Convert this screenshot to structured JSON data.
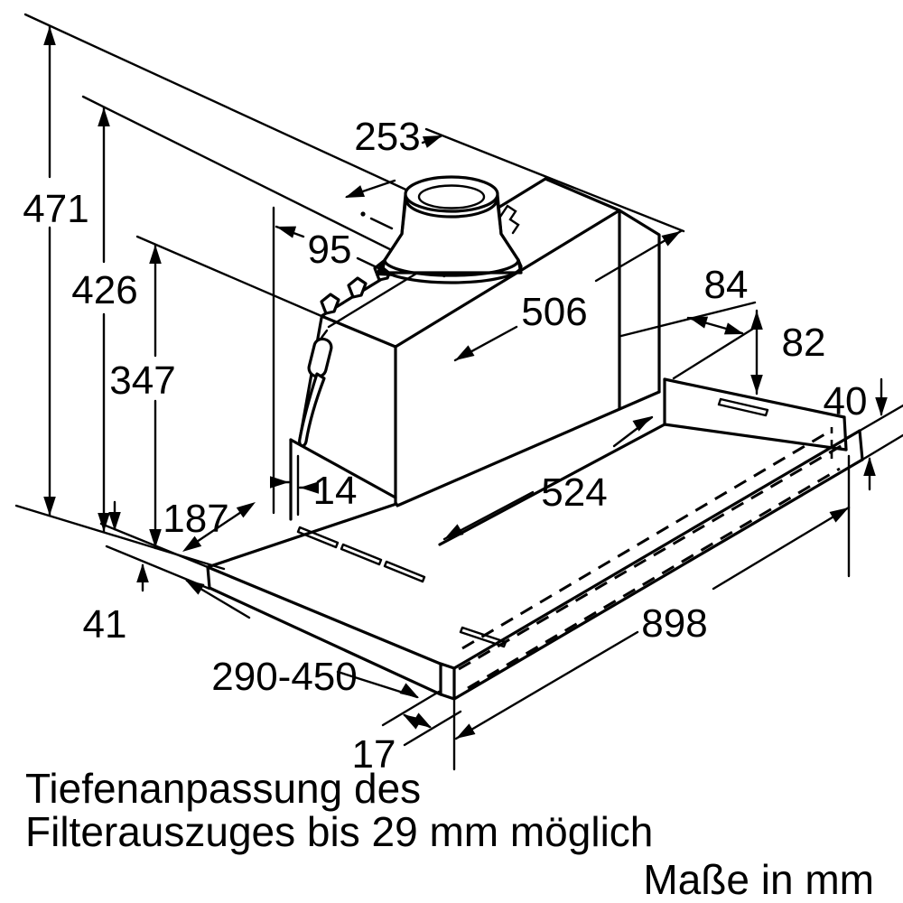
{
  "drawing": {
    "note_line1": "Tiefenanpassung des",
    "note_line2": "Filterauszuges bis 29 mm möglich",
    "units_note": "Maße in mm",
    "dimensions": {
      "total_height": "471",
      "body_height": "426",
      "lower_height": "347",
      "duct_offset": "253",
      "duct_side_offset": "95",
      "body_depth": "506",
      "bracket_depth": "84",
      "bracket_height": "82",
      "rail_height": "40",
      "body_width": "524",
      "front_gap": "14",
      "drawer_front_depth": "187",
      "panel_height": "41",
      "pullout_range": "290-450",
      "front_overhang": "17",
      "total_width": "898"
    }
  }
}
